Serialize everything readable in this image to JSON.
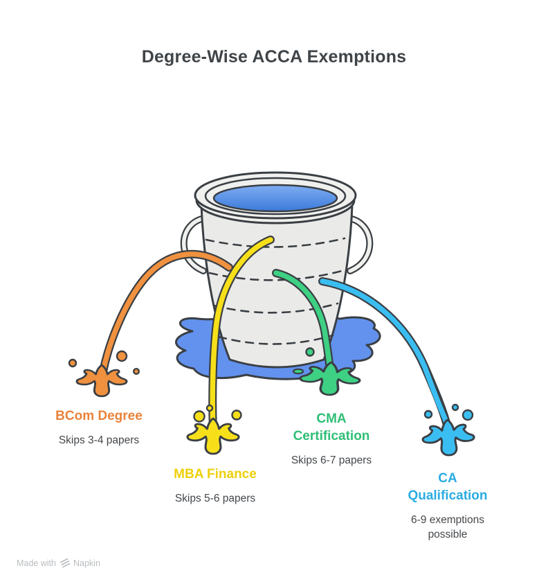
{
  "title": "Degree-Wise ACCA Exemptions",
  "items": [
    {
      "label": "BCom Degree",
      "detail": "Skips 3-4 papers",
      "color": "#E8833A",
      "stream_color": "#F0913F"
    },
    {
      "label": "MBA Finance",
      "detail": "Skips 5-6 papers",
      "color": "#EDD00A",
      "stream_color": "#F7E01A"
    },
    {
      "label": "CMA Certification",
      "detail": "Skips 6-7 papers",
      "color": "#2FBE76",
      "stream_color": "#3ED083"
    },
    {
      "label": "CA Qualification",
      "detail": "6-9 exemptions possible",
      "color": "#2BACE2",
      "stream_color": "#3ABEF2"
    }
  ],
  "watermark": {
    "prefix": "Made with",
    "brand": "Napkin"
  },
  "colors": {
    "title_text": "#3F4448",
    "detail_text": "#43474B",
    "outline": "#3A3F44",
    "bucket_fill": "#EAEAE8",
    "rim_fill": "#F0F0EE",
    "water_top": "#7FADF2",
    "water_bottom": "#3B7ADA",
    "puddle": "#6292EE",
    "watermark_text": "#B9BCBF",
    "watermark_icon": "#A9ADB2"
  }
}
